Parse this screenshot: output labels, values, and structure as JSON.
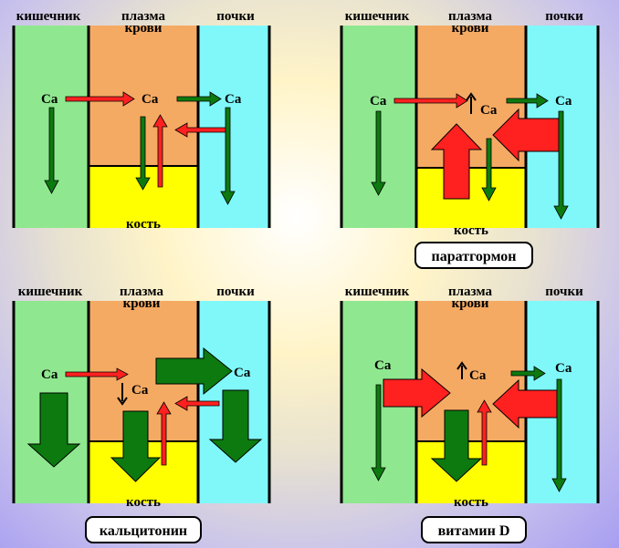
{
  "colors": {
    "intestine": "#8fe88f",
    "plasma": "#f5aa63",
    "bone": "#ffff00",
    "kidney": "#80f8fa",
    "red": "#ff2020",
    "green": "#0d7a10"
  },
  "headers": {
    "intestine": "кишечник",
    "plasma_1": "плазма",
    "plasma_2": "крови",
    "kidney": "почки"
  },
  "ion": "Ca",
  "bone_label": "кость",
  "panels": {
    "top_left": {},
    "top_right": {
      "label": "паратгормон"
    },
    "bottom_left": {
      "label": "кальцитонин"
    },
    "bottom_right": {
      "label": "витамин D"
    }
  }
}
